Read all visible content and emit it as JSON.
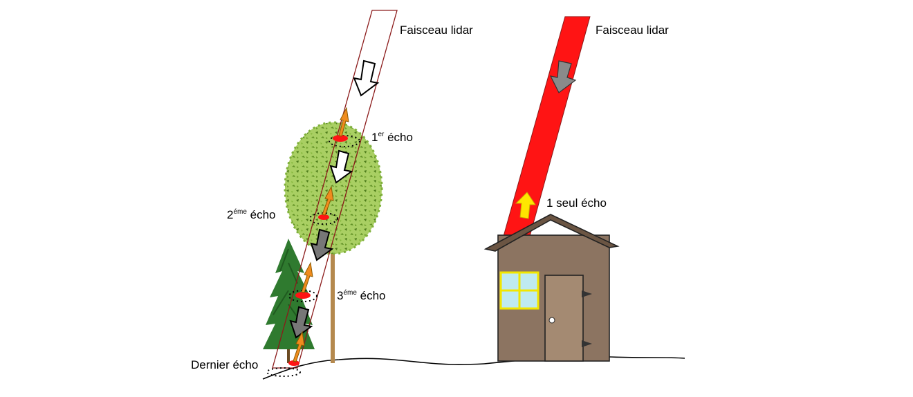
{
  "labels": {
    "beam_left": "Faisceau lidar",
    "beam_right": "Faisceau lidar",
    "echo1_main": "1",
    "echo1_sup": "er",
    "echo1_rest": " écho",
    "echo2_main": "2",
    "echo2_sup": "éme",
    "echo2_rest": " écho",
    "echo3_main": "3",
    "echo3_sup": "éme",
    "echo3_rest": " écho",
    "last_echo": "Dernier écho",
    "single_echo": "1 seul écho"
  },
  "colors": {
    "beam_outline": "#8b1a1a",
    "beam_fill": "#ff1414",
    "house_wall": "#8c7461",
    "house_roof": "#6b5543",
    "door": "#a48a72",
    "window": "#bfeaf0",
    "window_frame": "#f2e600",
    "foliage": "#7fb03a",
    "conifer": "#2f7a2f",
    "echo_arrow": "#f08c1e",
    "echo_arrow_house": "#ffe600"
  }
}
